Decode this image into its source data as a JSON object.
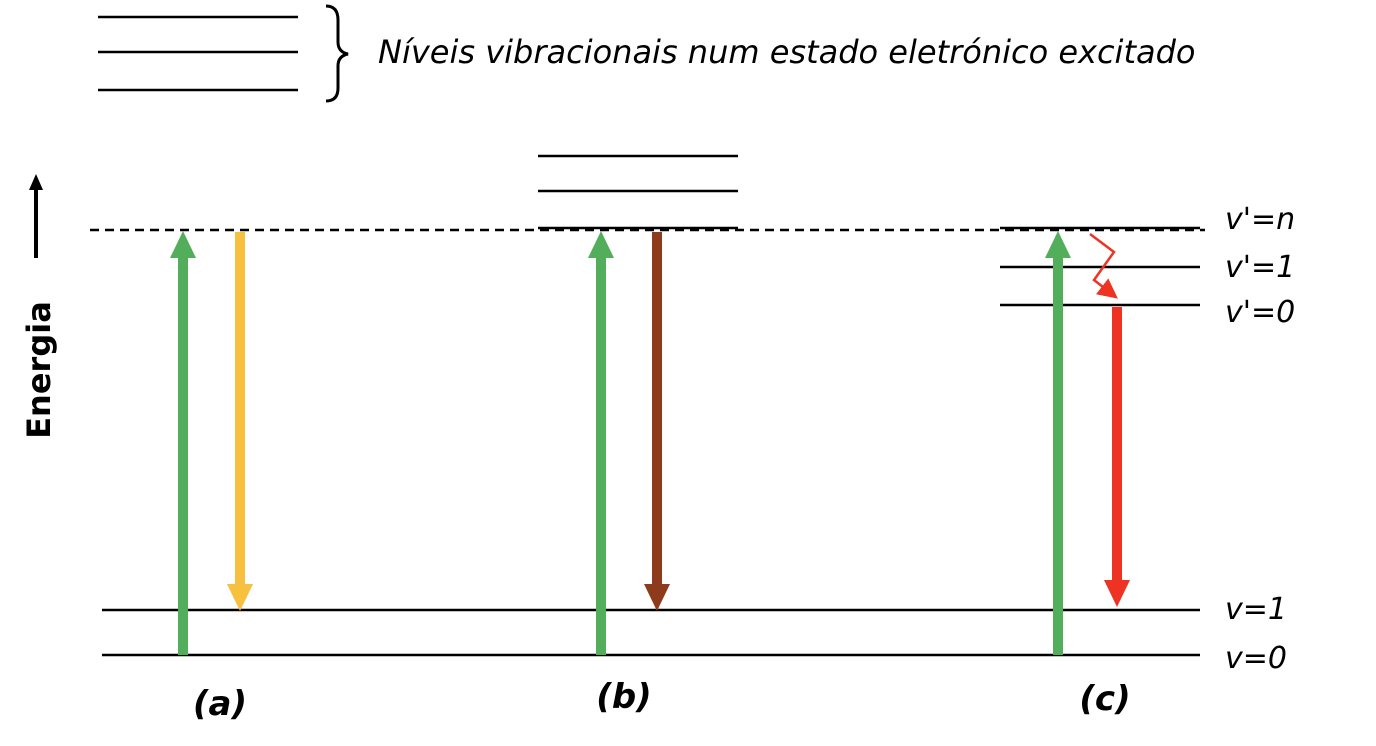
{
  "legend": {
    "text": "Níveis vibracionais num estado eletrónico excitado"
  },
  "axis": {
    "label": "Energia"
  },
  "levels": {
    "vn": "v'=n",
    "v1p": "v'=1",
    "v0p": "v'=0",
    "v1": "v=1",
    "v0": "v=0"
  },
  "panels": {
    "a": "(a)",
    "b": "(b)",
    "c": "(c)"
  },
  "colors": {
    "excitation": "#52AE5B",
    "rayleigh": "#F7C03E",
    "raman": "#8E3B1B",
    "fluorescence": "#EE3322"
  }
}
